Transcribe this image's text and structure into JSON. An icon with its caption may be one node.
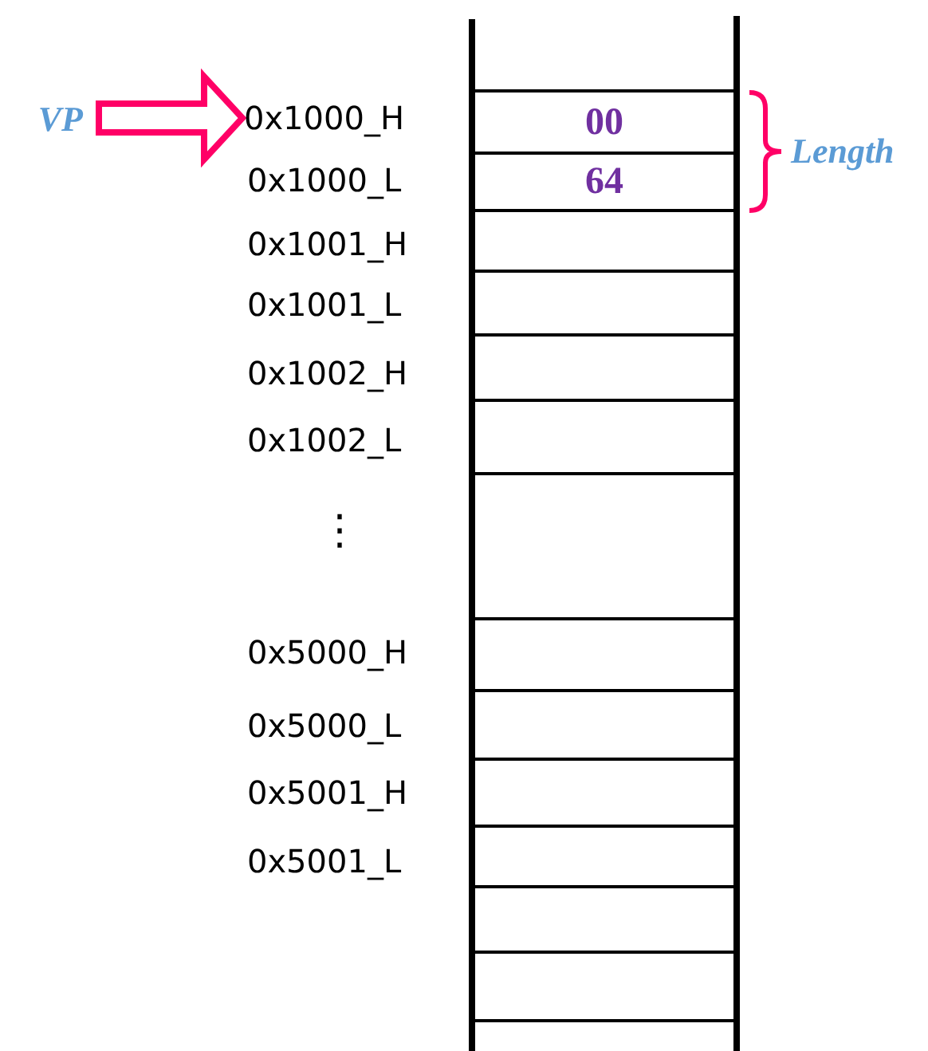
{
  "diagram": {
    "nodes": [
      {
        "text": [
          "VP"
        ]
      },
      {
        "text": [
          "0x1000_H"
        ]
      },
      {
        "text": [
          "00"
        ]
      },
      {
        "text": [
          "64"
        ]
      }
    ],
    "edges": [
      {
        "from": 0,
        "to": 1,
        "arrow": "to",
        "color": "#ff0066",
        "style": "thick"
      }
    ],
    "labels": [
      "Length",
      "0x1000_L",
      "0x1001_H",
      "0x1001_L",
      "0x1002_H",
      "0x1002_L",
      "⋮",
      "0x5000_H",
      "0x5000_L",
      "0x5001_H",
      "0x5001_L"
    ]
  }
}
